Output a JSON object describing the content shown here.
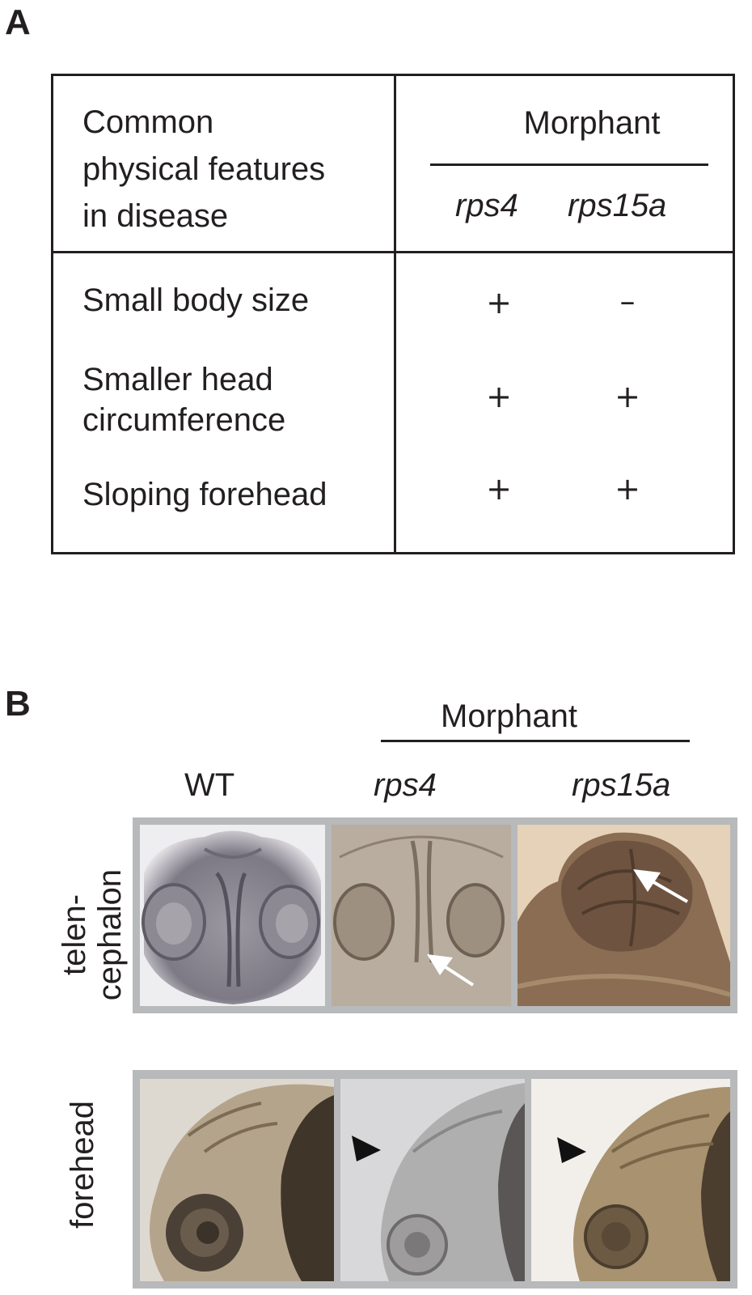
{
  "panel_a": {
    "letter": "A",
    "header": {
      "feature_lines": [
        "Common",
        "physical features",
        "in disease"
      ],
      "group_label": "Morphant",
      "columns": [
        "rps4",
        "rps15a"
      ]
    },
    "rows": [
      {
        "label_lines": [
          "Small body size"
        ],
        "rps4": "+",
        "rps15a": "–"
      },
      {
        "label_lines": [
          "Smaller head",
          "circumference"
        ],
        "rps4": "+",
        "rps15a": "+"
      },
      {
        "label_lines": [
          "Sloping forehead"
        ],
        "rps4": "+",
        "rps15a": "+"
      }
    ]
  },
  "panel_b": {
    "letter": "B",
    "group_label": "Morphant",
    "columns": [
      "WT",
      "rps4",
      "rps15a"
    ],
    "row_labels": [
      "telen-\ncephalon",
      "forehead"
    ],
    "row1_images": [
      "wt-telencephalon-photo",
      "rps4-telencephalon-photo",
      "rps15a-telencephalon-photo"
    ],
    "row2_images": [
      "wt-forehead-photo",
      "rps4-forehead-photo",
      "rps15a-forehead-photo"
    ],
    "markers": [
      "arrow-icon",
      "arrowhead-icon"
    ],
    "colors": {
      "frame": "#b8b9bb",
      "text": "#231f20"
    }
  }
}
